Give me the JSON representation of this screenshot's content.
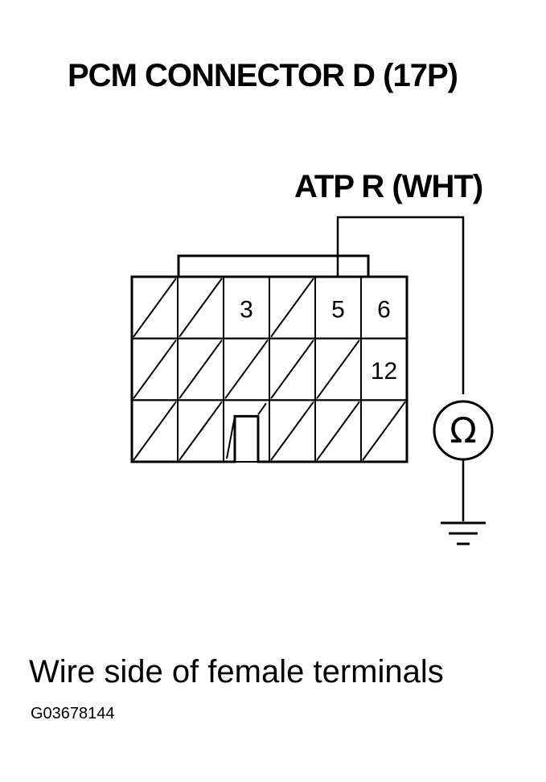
{
  "title": "PCM CONNECTOR D (17P)",
  "wire_label": "ATP R (WHT)",
  "caption": "Wire side of female terminals",
  "figure_id": "G03678144",
  "connector": {
    "rows": 3,
    "cols": 6,
    "terminals": [
      {
        "row": 0,
        "col": 0,
        "number": "",
        "used": false
      },
      {
        "row": 0,
        "col": 1,
        "number": "",
        "used": false
      },
      {
        "row": 0,
        "col": 2,
        "number": "3",
        "used": true
      },
      {
        "row": 0,
        "col": 3,
        "number": "",
        "used": false
      },
      {
        "row": 0,
        "col": 4,
        "number": "5",
        "used": true
      },
      {
        "row": 0,
        "col": 5,
        "number": "6",
        "used": true
      },
      {
        "row": 1,
        "col": 0,
        "number": "",
        "used": false
      },
      {
        "row": 1,
        "col": 1,
        "number": "",
        "used": false
      },
      {
        "row": 1,
        "col": 2,
        "number": "",
        "used": false
      },
      {
        "row": 1,
        "col": 3,
        "number": "",
        "used": false
      },
      {
        "row": 1,
        "col": 4,
        "number": "",
        "used": false
      },
      {
        "row": 1,
        "col": 5,
        "number": "12",
        "used": true
      },
      {
        "row": 2,
        "col": 0,
        "number": "",
        "used": false
      },
      {
        "row": 2,
        "col": 1,
        "number": "",
        "used": false
      },
      {
        "row": 2,
        "col": 2,
        "number": "",
        "used": false
      },
      {
        "row": 2,
        "col": 3,
        "number": "",
        "used": false
      },
      {
        "row": 2,
        "col": 4,
        "number": "",
        "used": false
      },
      {
        "row": 2,
        "col": 5,
        "number": "",
        "used": false
      }
    ],
    "probe_terminal": "5"
  },
  "meter": {
    "symbol": "Ω",
    "icon": "ohmmeter-icon"
  },
  "ground": {
    "icon": "ground-icon"
  }
}
